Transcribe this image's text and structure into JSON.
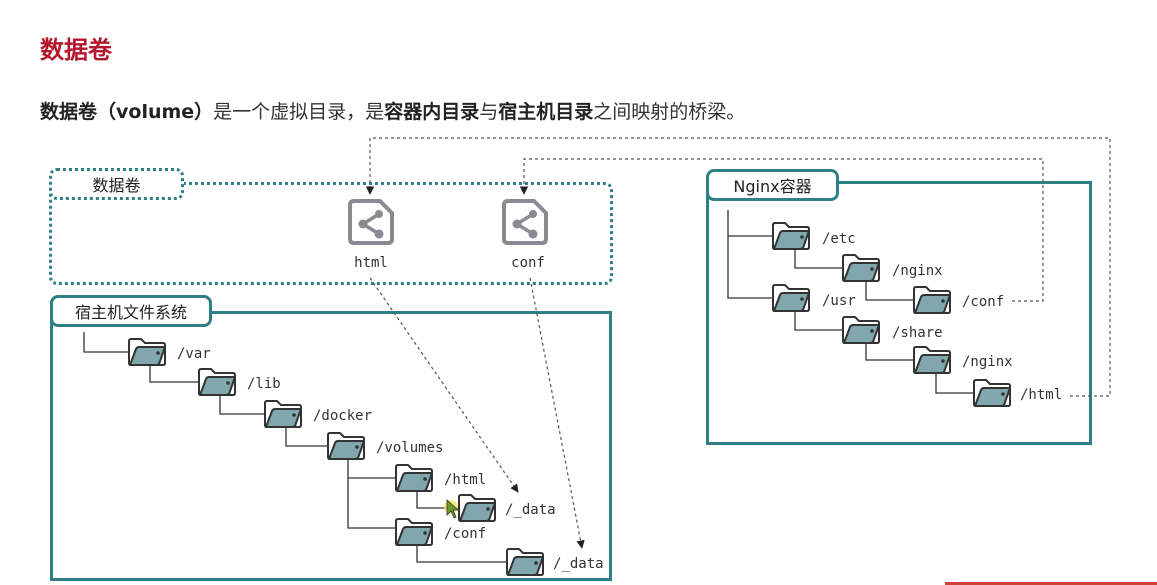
{
  "slide": {
    "title": "数据卷",
    "description": {
      "p1": "数据卷（volume）",
      "p2": "是一个虚拟目录，是",
      "p3": "容器内目录",
      "p4": "与",
      "p5": "宿主机目录",
      "p6": "之间映射的桥梁。"
    }
  },
  "diagram": {
    "volume_label": "数据卷",
    "volume_items": [
      "html",
      "conf"
    ],
    "host_label": "宿主机文件系统",
    "host_paths": [
      "/var",
      "/lib",
      "/docker",
      "/volumes",
      "/html",
      "/_data",
      "/conf",
      "/_data"
    ],
    "container_label": "Nginx容器",
    "container_paths": [
      "/etc",
      "/nginx",
      "/conf",
      "/usr",
      "/share",
      "/nginx",
      "/html"
    ]
  },
  "colors": {
    "title": "#b5162b",
    "box_border": "#2e7f86",
    "folder_fill": "#7fa7ad",
    "volume_icon": "#8a8a92"
  },
  "icons": [
    "folder-icon",
    "share-icon",
    "mouse-cursor-icon"
  ]
}
